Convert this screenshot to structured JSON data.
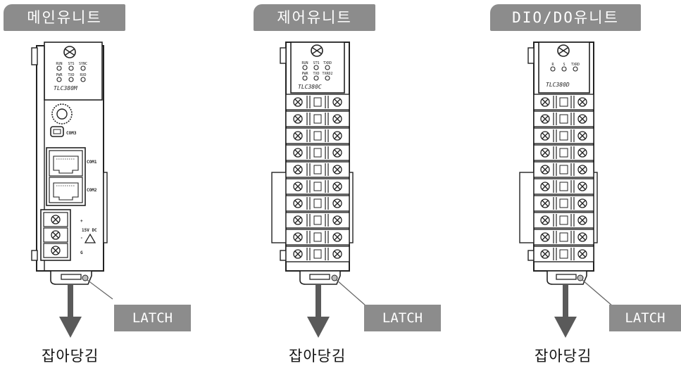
{
  "units": [
    {
      "title": "메인유니트",
      "latch": "LATCH",
      "pull": "잡아당김",
      "model": "TLC380M",
      "leds": [
        "RUN",
        "STS",
        "SYNC",
        "PWR",
        "TXD",
        "RXD"
      ],
      "ports": [
        "COM3",
        "COM1",
        "COM2"
      ],
      "power": [
        "+",
        "-",
        "G"
      ],
      "power_label": "15V DC"
    },
    {
      "title": "제어유니트",
      "latch": "LATCH",
      "pull": "잡아당김",
      "model": "TLC380C",
      "leds": [
        "RUN",
        "STS",
        "TXRD",
        "PWR",
        "TXD",
        "TXRD2"
      ]
    },
    {
      "title": "DIO/DO유니트",
      "latch": "LATCH",
      "pull": "잡아당김",
      "model": "TLC380D",
      "leds": [
        "R",
        "S",
        "TXRD"
      ]
    }
  ]
}
